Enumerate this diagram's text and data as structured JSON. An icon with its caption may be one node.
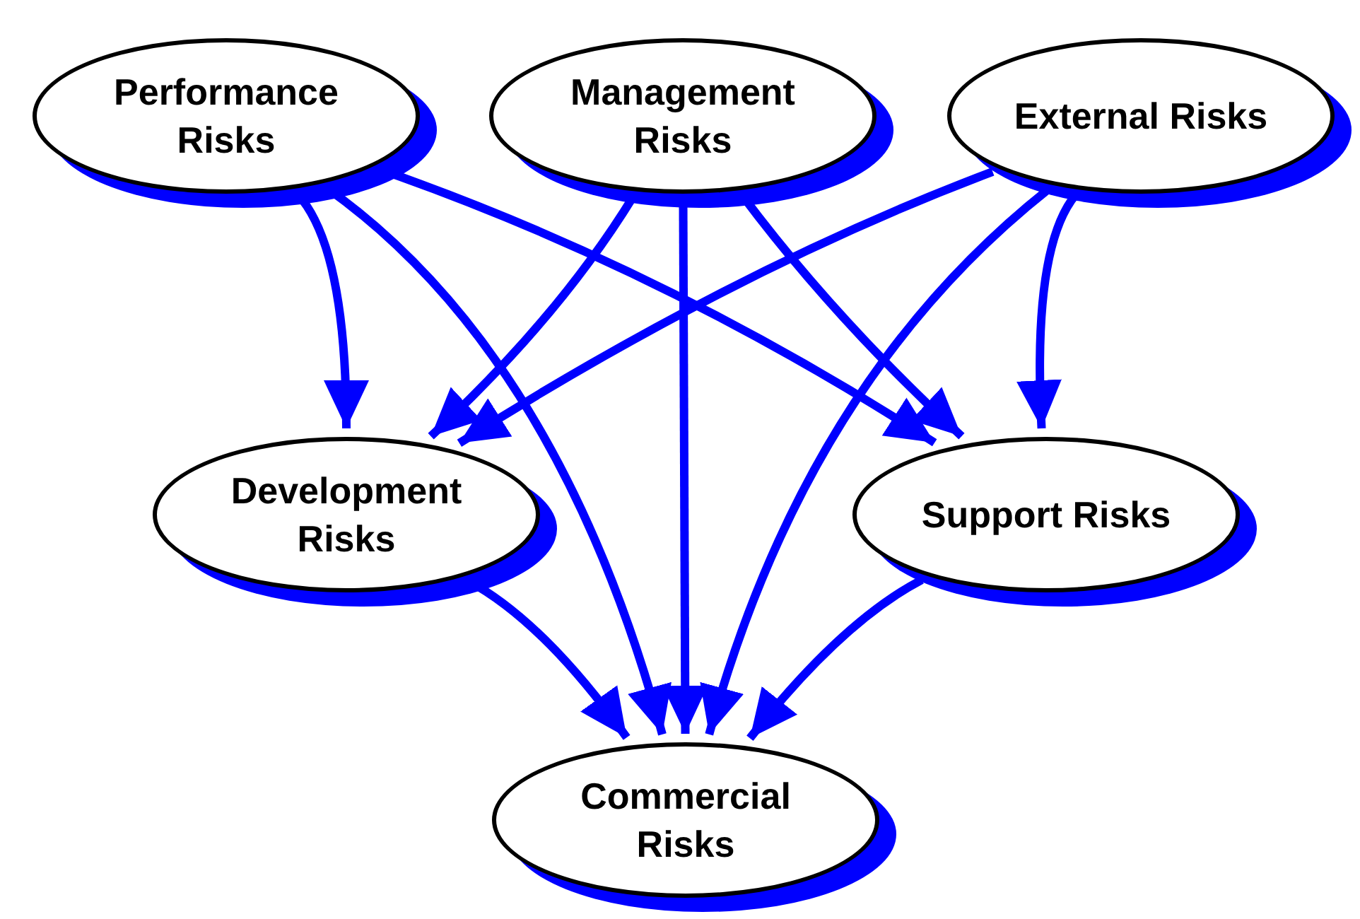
{
  "diagram": {
    "nodes": [
      {
        "text": [
          "Performance Risks"
        ]
      },
      {
        "text": [
          "Management Risks"
        ]
      },
      {
        "text": [
          "External Risks"
        ]
      },
      {
        "text": [
          "Development Risks"
        ]
      },
      {
        "text": [
          "Support Risks"
        ]
      },
      {
        "text": [
          "Commercial Risks"
        ]
      }
    ],
    "edges": [
      {
        "from": 0,
        "to": 3,
        "arrow": "to"
      },
      {
        "from": 0,
        "to": 5,
        "arrow": "to"
      },
      {
        "from": 0,
        "to": 4,
        "arrow": "to"
      },
      {
        "from": 1,
        "to": 3,
        "arrow": "to"
      },
      {
        "from": 1,
        "to": 5,
        "arrow": "to"
      },
      {
        "from": 1,
        "to": 4,
        "arrow": "to"
      },
      {
        "from": 2,
        "to": 3,
        "arrow": "to"
      },
      {
        "from": 2,
        "to": 5,
        "arrow": "to"
      },
      {
        "from": 2,
        "to": 4,
        "arrow": "to"
      },
      {
        "from": 3,
        "to": 5,
        "arrow": "to"
      },
      {
        "from": 4,
        "to": 5,
        "arrow": "to"
      }
    ]
  }
}
